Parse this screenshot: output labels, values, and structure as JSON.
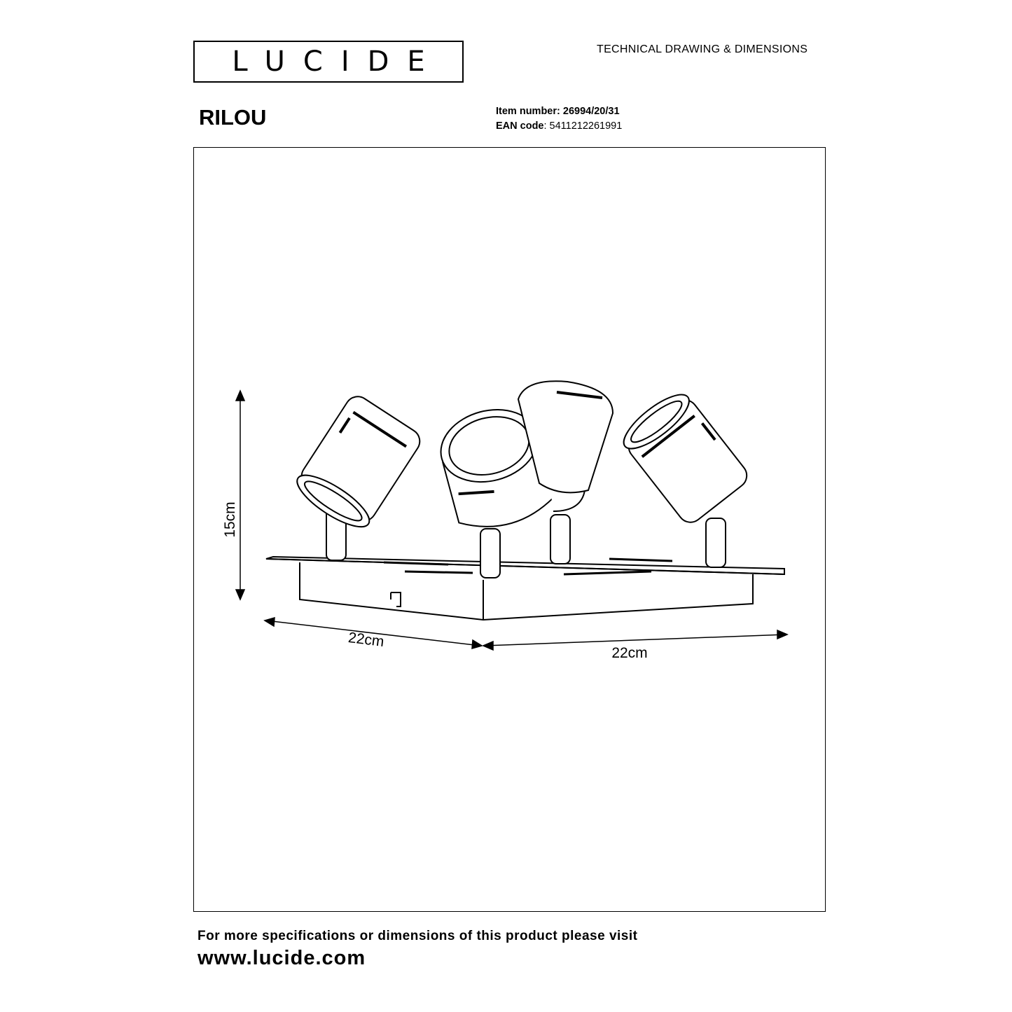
{
  "brand": {
    "logo_text": "LUCIDE"
  },
  "header": {
    "doc_title": "TECHNICAL DRAWING & DIMENSIONS",
    "product_name": "RILOU",
    "item_number_label": "Item number:",
    "item_number_value": "26994/20/31",
    "ean_label": "EAN code",
    "ean_value": ": 5411212261991"
  },
  "drawing": {
    "dim_height": "15cm",
    "dim_depth": "22cm",
    "dim_width": "22cm"
  },
  "footer": {
    "line": "For more specifications or dimensions of this product please visit",
    "url": "www.lucide.com"
  }
}
